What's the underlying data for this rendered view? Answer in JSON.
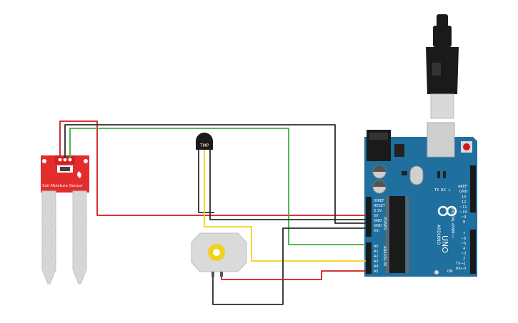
{
  "components": {
    "soil_sensor": {
      "label": "Soil Moisture Sensor"
    },
    "temp_sensor": {
      "label": "TMP"
    },
    "arduino": {
      "brand": "ARDUINO",
      "model": "UNO",
      "header_power": "POWER",
      "header_analog": "ANALOG IN",
      "header_digital": "DIGITAL (PWM~)",
      "power_pins": [
        "IOREF",
        "RESET",
        "3.3V",
        "5V",
        "GND",
        "GND",
        "Vin"
      ],
      "analog_pins": [
        "A0",
        "A1",
        "A2",
        "A3",
        "A4",
        "A5"
      ],
      "digital_top": [
        "AREF",
        "GND",
        "13",
        "12",
        "~11",
        "~10",
        "~9",
        "8"
      ],
      "digital_bottom": [
        "7",
        "~6",
        "~5",
        "4",
        "~3",
        "2",
        "TX→1",
        "RX←0"
      ],
      "led_labels": [
        "TX",
        "RX",
        "L"
      ],
      "on_label": "ON"
    }
  },
  "colors": {
    "wire_red": "#d0191d",
    "wire_black": "#2b2b2b",
    "wire_green": "#3fae3f",
    "wire_yellow": "#f2d21a",
    "board_blue": "#1f6f9f",
    "sensor_red": "#e32d2d",
    "probe_gray": "#d6d6d6"
  }
}
